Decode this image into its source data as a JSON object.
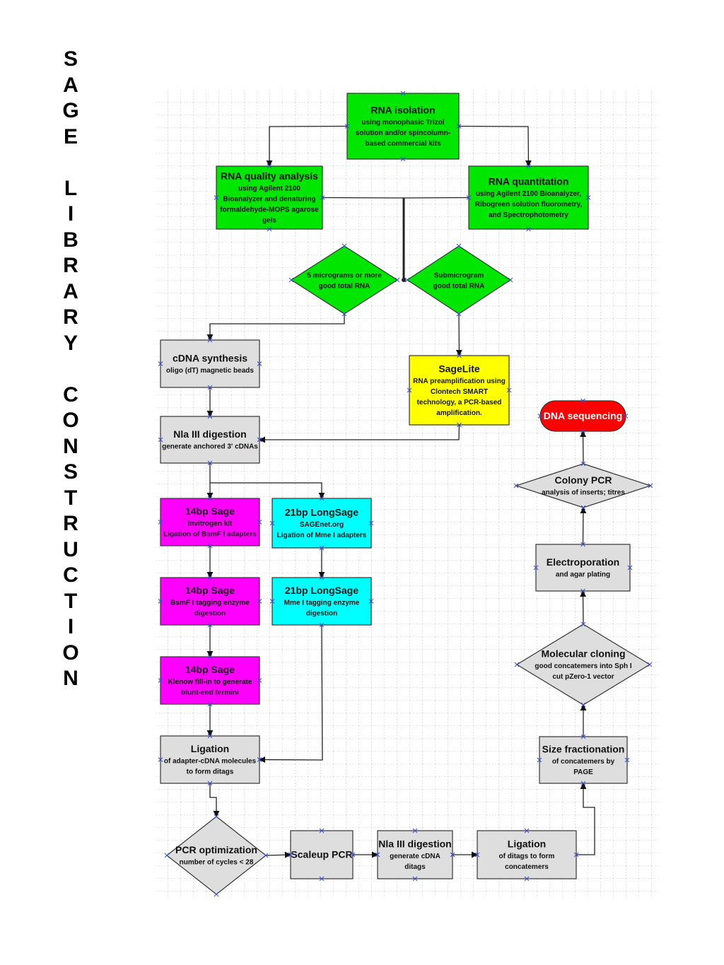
{
  "title_letters": [
    "S",
    "A",
    "G",
    "E",
    " ",
    "L",
    "I",
    "B",
    "R",
    "A",
    "R",
    "Y",
    " ",
    "C",
    "O",
    "N",
    "S",
    "T",
    "R",
    "U",
    "C",
    "T",
    "I",
    "O",
    "N"
  ],
  "colors": {
    "green": "#00e600",
    "gray": "#dedede",
    "yellow": "#ffff00",
    "magenta": "#ff00ff",
    "cyan": "#00ffff",
    "red": "#ff0000",
    "grid": "#c8c8c8",
    "connector_marker": "#3a4fd6"
  },
  "nodes": {
    "rna_isolation": {
      "title": "RNA isolation",
      "lines": [
        "using monophasic Trizol",
        "solution and/or spincolumn-",
        "based commercial kits"
      ]
    },
    "rna_quality": {
      "title": "RNA quality analysis",
      "lines": [
        "using Agilent 2100",
        "Bioanalyzer and denaturing",
        "formaldehyde-MOPS agarose",
        "gels"
      ]
    },
    "rna_quant": {
      "title": "RNA quantitation",
      "lines": [
        "using Agilent 2100 Bioanalyzer,",
        "Ribogreen solution fluorometry,",
        "and Spectrophotometry"
      ]
    },
    "five_micrograms": {
      "lines": [
        "5 micrograms or more",
        "good total RNA"
      ]
    },
    "submicrogram": {
      "lines": [
        "Submicrogram",
        "good total RNA"
      ]
    },
    "cdna_synthesis": {
      "title": "cDNA synthesis",
      "lines": [
        "oligo (dT) magnetic beads"
      ]
    },
    "sagelite": {
      "title": "SageLite",
      "lines": [
        "RNA preamplification using",
        "Clontech SMART",
        "technology, a PCR-based",
        "amplification."
      ]
    },
    "dna_sequencing": {
      "title": "DNA sequencing"
    },
    "nla_digestion": {
      "title": "Nla III digestion",
      "lines": [
        "generate anchored 3' cDNAs"
      ]
    },
    "colony_pcr": {
      "title": "Colony PCR",
      "lines": [
        "analysis of inserts; titres"
      ]
    },
    "sage14_a": {
      "title": "14bp Sage",
      "lines": [
        "Invitrogen kit",
        "Ligation of BsmF I adapters"
      ]
    },
    "longsage_a": {
      "title": "21bp LongSage",
      "lines": [
        "SAGEnet.org",
        "Ligation of Mme I adapters"
      ]
    },
    "electroporation": {
      "title": "Electroporation",
      "lines": [
        "and agar plating"
      ]
    },
    "sage14_b": {
      "title": "14bp Sage",
      "lines": [
        "BsmF I tagging enzyme",
        "digestion"
      ]
    },
    "longsage_b": {
      "title": "21bp LongSage",
      "lines": [
        "Mme I tagging enzyme",
        "digestion"
      ]
    },
    "molecular_cloning": {
      "title": "Molecular cloning",
      "lines": [
        "good concatemers into Sph I",
        "cut pZero-1 vector"
      ]
    },
    "sage14_c": {
      "title": "14bp Sage",
      "lines": [
        "Klenow fill-in to generate",
        "blunt-end termini"
      ]
    },
    "ligation_a": {
      "title": "Ligation",
      "lines": [
        "of adapter-cDNA molecules",
        "to form ditags"
      ]
    },
    "size_fractionation": {
      "title": "Size fractionation",
      "lines": [
        "of concatemers by",
        "PAGE"
      ]
    },
    "pcr_optimization": {
      "title": "PCR optimization",
      "lines": [
        "number of cycles < 28"
      ]
    },
    "scaleup_pcr": {
      "title": "Scaleup PCR"
    },
    "nla_digestion_2": {
      "title": "Nla III digestion",
      "lines": [
        "generate cDNA",
        "ditags"
      ]
    },
    "ligation_b": {
      "title": "Ligation",
      "lines": [
        "of ditags to form",
        "concatemers"
      ]
    }
  }
}
